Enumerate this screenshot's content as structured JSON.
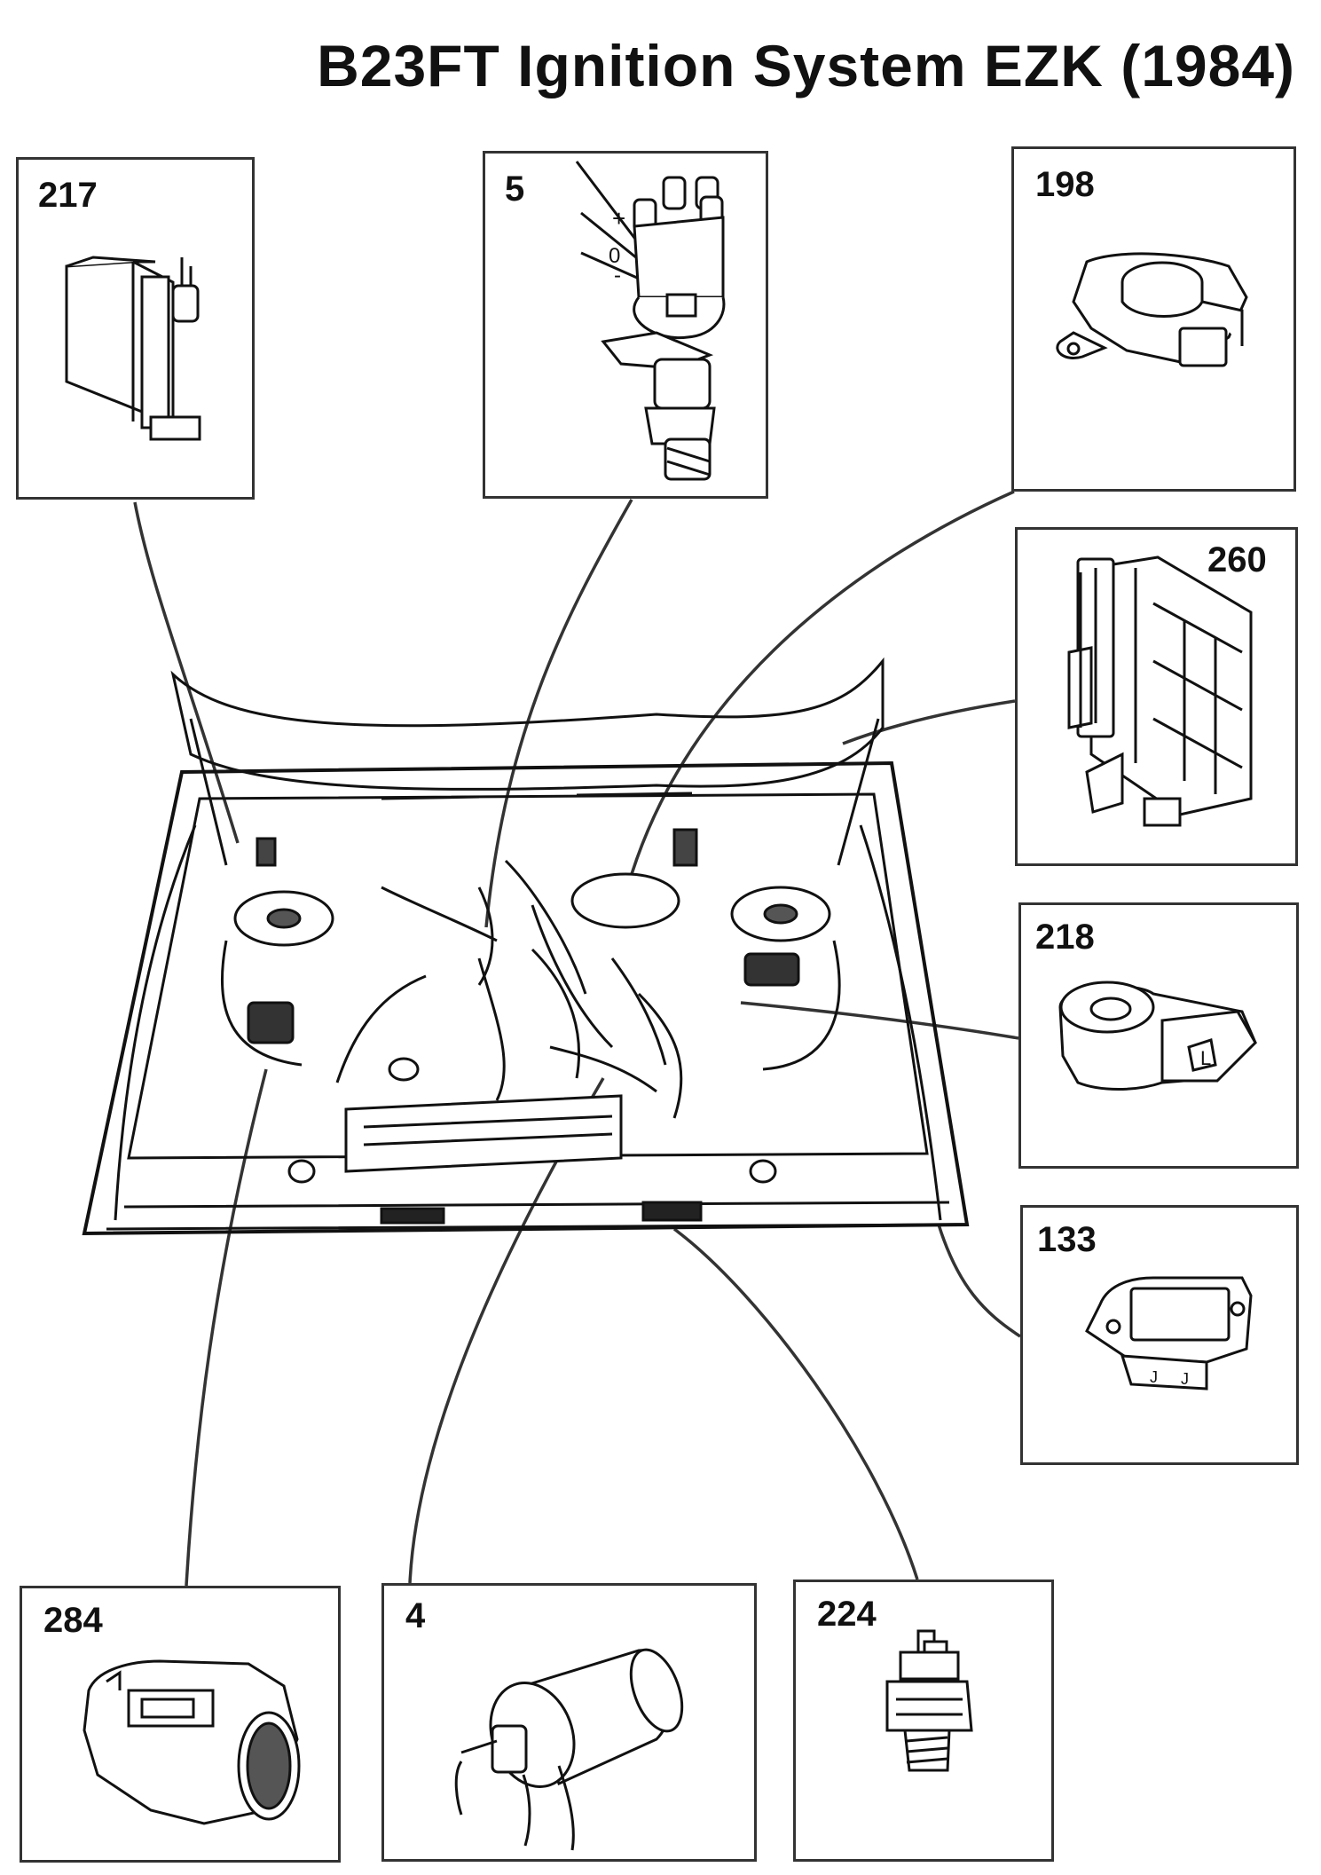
{
  "title": "B23FT Ignition System EZK (1984)",
  "components": [
    {
      "id": "217",
      "label": "217"
    },
    {
      "id": "5",
      "label": "5"
    },
    {
      "id": "198",
      "label": "198"
    },
    {
      "id": "260",
      "label": "260"
    },
    {
      "id": "218",
      "label": "218"
    },
    {
      "id": "133",
      "label": "133"
    },
    {
      "id": "284",
      "label": "284"
    },
    {
      "id": "4",
      "label": "4"
    },
    {
      "id": "224",
      "label": "224"
    }
  ],
  "distributor_marks": {
    "plus": "+",
    "zero": "0",
    "minus": "-"
  },
  "knock_sensor_mark": "L",
  "sensor_connector_marks": {
    "left": "J",
    "right": "J"
  }
}
